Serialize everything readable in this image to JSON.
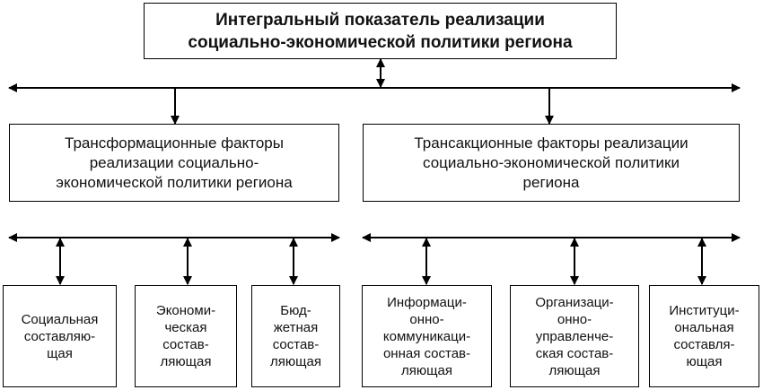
{
  "title": "Интегральный показатель реализации\nсоциально-экономической политики региона",
  "factors": {
    "left": "Трансформационные факторы\nреализации социально-\nэкономической политики региона",
    "right": "Трансакционные факторы реализации\nсоциально-экономической политики\nрегиона"
  },
  "components": [
    "Социальная\nсоставляю-\nщая",
    "Экономи-\nческая\nсостав-\nляющая",
    "Бюд-\nжетная\nсостав-\nляющая",
    "Информаци-\nонно-\nкоммуникаци-\nонная состав-\nляющая",
    "Организаци-\nонно-\nуправленче-\nская состав-\nляющая",
    "Институци-\nональная\nсоставля-\nющая"
  ]
}
